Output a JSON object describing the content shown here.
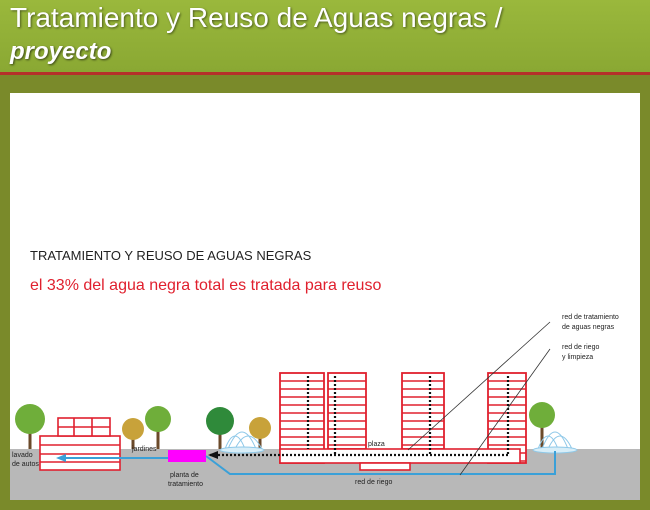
{
  "header": {
    "title": "Tratamiento y Reuso de Aguas negras /",
    "subtitle": "proyecto"
  },
  "diagram": {
    "heading": "TRATAMIENTO Y REUSO DE AGUAS NEGRAS",
    "highlight": "el 33% del agua negra total es tratada para reuso",
    "labels": {
      "red_tratamiento_1": "red de tratamiento",
      "red_tratamiento_2": "de aguas negras",
      "red_riego_1": "red de riego",
      "red_riego_2": "y limpieza",
      "lavado_1": "lavado",
      "lavado_2": "de autos",
      "jardines": "jardines",
      "planta_1": "planta de",
      "planta_2": "tratamiento",
      "plaza": "plaza",
      "red_de_riego": "red de riego"
    },
    "colors": {
      "building_stroke": "#e0202e",
      "treatment_plant": "#ff00ff",
      "water_line": "#3aa0d8",
      "ground": "#b8b8b8",
      "highlight_text": "#e0202e"
    }
  }
}
